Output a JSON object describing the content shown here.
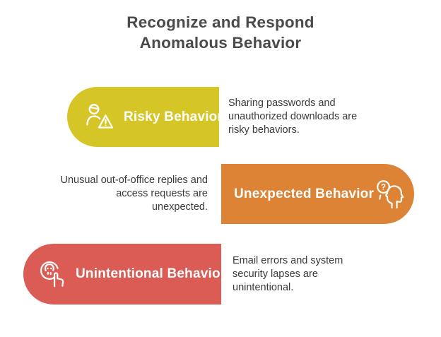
{
  "title": {
    "line1": "Recognize and Respond",
    "line2": "Anomalous Behavior"
  },
  "colors": {
    "risky": "#d6c526",
    "unexpected": "#dd8335",
    "unintentional": "#da5c55",
    "title_text": "#4a4a4a",
    "body_text": "#3a3a3a",
    "label_text": "#ffffff",
    "background": "#ffffff"
  },
  "icons": {
    "question_mark": "?"
  },
  "rows": [
    {
      "label": "Risky Behavior",
      "description": "Sharing passwords and unauthorized downloads are risky behaviors.",
      "icon": "person-warning-icon",
      "color": "#d6c526"
    },
    {
      "label": "Unexpected Behavior",
      "description": "Unusual out-of-office replies and access requests are unexpected.",
      "icon": "head-question-magnifier-icon",
      "color": "#dd8335"
    },
    {
      "label": "Unintentional Behavior",
      "description": "Email errors and system security lapses are unintentional.",
      "icon": "skull-button-click-icon",
      "color": "#da5c55"
    }
  ]
}
